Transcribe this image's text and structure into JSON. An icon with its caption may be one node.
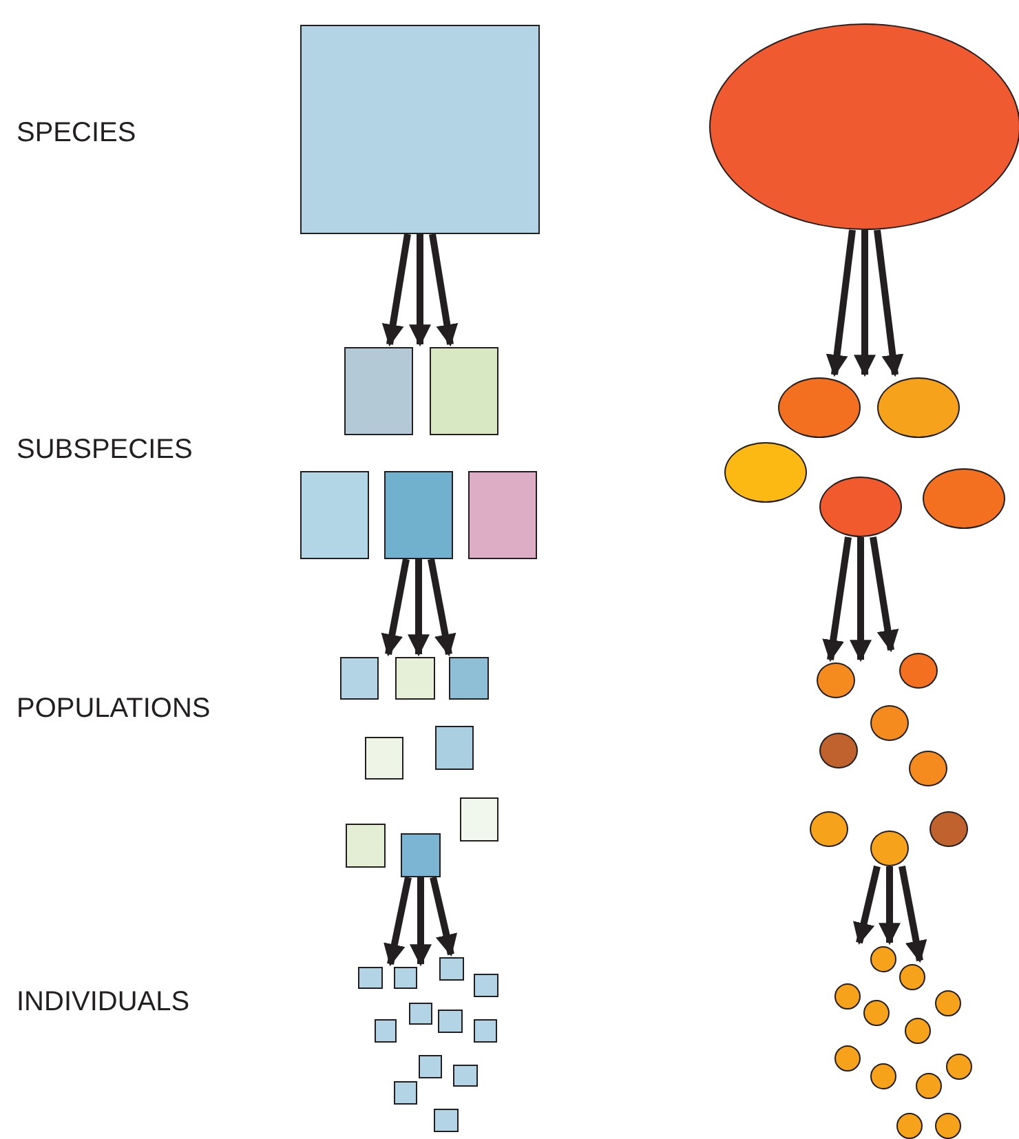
{
  "diagram": {
    "nodes": [
      {
        "text": [],
        "shape": "box"
      },
      {
        "text": [],
        "shape": "circle"
      },
      {
        "text": [],
        "shape": "box"
      },
      {
        "text": [],
        "shape": "box"
      },
      {
        "text": [],
        "shape": "box"
      },
      {
        "text": [],
        "shape": "box"
      },
      {
        "text": [],
        "shape": "box"
      },
      {
        "text": [],
        "shape": "circle"
      },
      {
        "text": [],
        "shape": "circle"
      },
      {
        "text": [],
        "shape": "circle"
      },
      {
        "text": [],
        "shape": "circle"
      },
      {
        "text": [],
        "shape": "circle"
      },
      {
        "text": [],
        "shape": "box"
      },
      {
        "text": [],
        "shape": "box"
      },
      {
        "text": [],
        "shape": "box"
      },
      {
        "text": [],
        "shape": "box"
      },
      {
        "text": [],
        "shape": "box"
      },
      {
        "text": [],
        "shape": "box"
      },
      {
        "text": [],
        "shape": "box"
      },
      {
        "text": [],
        "shape": "box"
      },
      {
        "text": [],
        "shape": "circle"
      },
      {
        "text": [],
        "shape": "circle"
      },
      {
        "text": [],
        "shape": "circle"
      },
      {
        "text": [],
        "shape": "circle"
      },
      {
        "text": [],
        "shape": "circle"
      },
      {
        "text": [],
        "shape": "circle"
      },
      {
        "text": [],
        "shape": "circle"
      },
      {
        "text": [],
        "shape": "circle"
      },
      {
        "text": [],
        "shape": "box"
      },
      {
        "text": [],
        "shape": "box"
      },
      {
        "text": [],
        "shape": "box"
      },
      {
        "text": [],
        "shape": "box"
      },
      {
        "text": [],
        "shape": "box"
      },
      {
        "text": [],
        "shape": "box"
      },
      {
        "text": [],
        "shape": "box"
      },
      {
        "text": [],
        "shape": "box"
      },
      {
        "text": [],
        "shape": "box"
      },
      {
        "text": [],
        "shape": "box"
      },
      {
        "text": [],
        "shape": "box"
      },
      {
        "text": [],
        "shape": "box"
      },
      {
        "text": [],
        "shape": "circle"
      },
      {
        "text": [],
        "shape": "circle"
      },
      {
        "text": [],
        "shape": "circle"
      },
      {
        "text": [],
        "shape": "circle"
      },
      {
        "text": [],
        "shape": "circle"
      },
      {
        "text": [],
        "shape": "circle"
      },
      {
        "text": [],
        "shape": "circle"
      },
      {
        "text": [],
        "shape": "circle"
      },
      {
        "text": [],
        "shape": "circle"
      },
      {
        "text": [],
        "shape": "circle"
      },
      {
        "text": [],
        "shape": "circle"
      },
      {
        "text": [],
        "shape": "circle"
      }
    ],
    "edges": [
      {
        "from": 0,
        "to": 2,
        "arrow": "to"
      },
      {
        "from": 0,
        "to": 2,
        "arrow": "to"
      },
      {
        "from": 0,
        "to": 3,
        "arrow": "to"
      },
      {
        "from": 1,
        "to": 7,
        "arrow": "to"
      },
      {
        "from": 1,
        "to": 7,
        "arrow": "to"
      },
      {
        "from": 1,
        "to": 8,
        "arrow": "to"
      },
      {
        "from": 4,
        "to": 12,
        "arrow": "to"
      },
      {
        "from": 4,
        "to": 13,
        "arrow": "to"
      },
      {
        "from": 4,
        "to": 13,
        "arrow": "to"
      },
      {
        "from": 10,
        "to": 20,
        "arrow": "to"
      },
      {
        "from": 10,
        "to": 20,
        "arrow": "to"
      },
      {
        "from": 10,
        "to": 21,
        "arrow": "to"
      },
      {
        "from": 19,
        "to": 29,
        "arrow": "to"
      },
      {
        "from": 19,
        "to": 29,
        "arrow": "to"
      },
      {
        "from": 19,
        "to": 30,
        "arrow": "to"
      },
      {
        "from": 26,
        "to": 40,
        "arrow": "to"
      },
      {
        "from": 26,
        "to": 40,
        "arrow": "to"
      },
      {
        "from": 26,
        "to": 41,
        "arrow": "to"
      }
    ],
    "labels": [
      "SPECIES",
      "SUBSPECIES",
      "POPULATIONS",
      "INDIVIDUALS"
    ]
  }
}
